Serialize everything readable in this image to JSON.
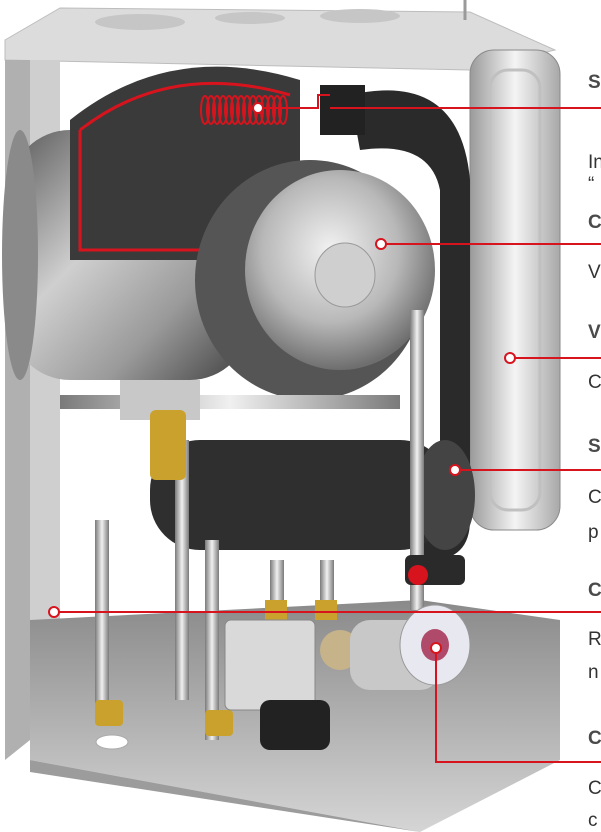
{
  "colors": {
    "accent": "#d7141e",
    "background": "#ffffff",
    "casing": "#c9c9c9",
    "dark_parts": "#2a2a2a"
  },
  "callouts": [
    {
      "name": "callout-1",
      "heading": "S",
      "lines": [
        "In",
        "“"
      ]
    },
    {
      "name": "callout-2",
      "heading": "C",
      "lines": [
        "V"
      ]
    },
    {
      "name": "callout-3",
      "heading": "V",
      "lines": [
        "C"
      ]
    },
    {
      "name": "callout-4",
      "heading": "S",
      "lines": [
        "C",
        "p"
      ]
    },
    {
      "name": "callout-5",
      "heading": "C",
      "lines": [
        "R",
        "n"
      ]
    },
    {
      "name": "callout-6",
      "heading": "C",
      "lines": [
        "C",
        "c"
      ]
    }
  ]
}
